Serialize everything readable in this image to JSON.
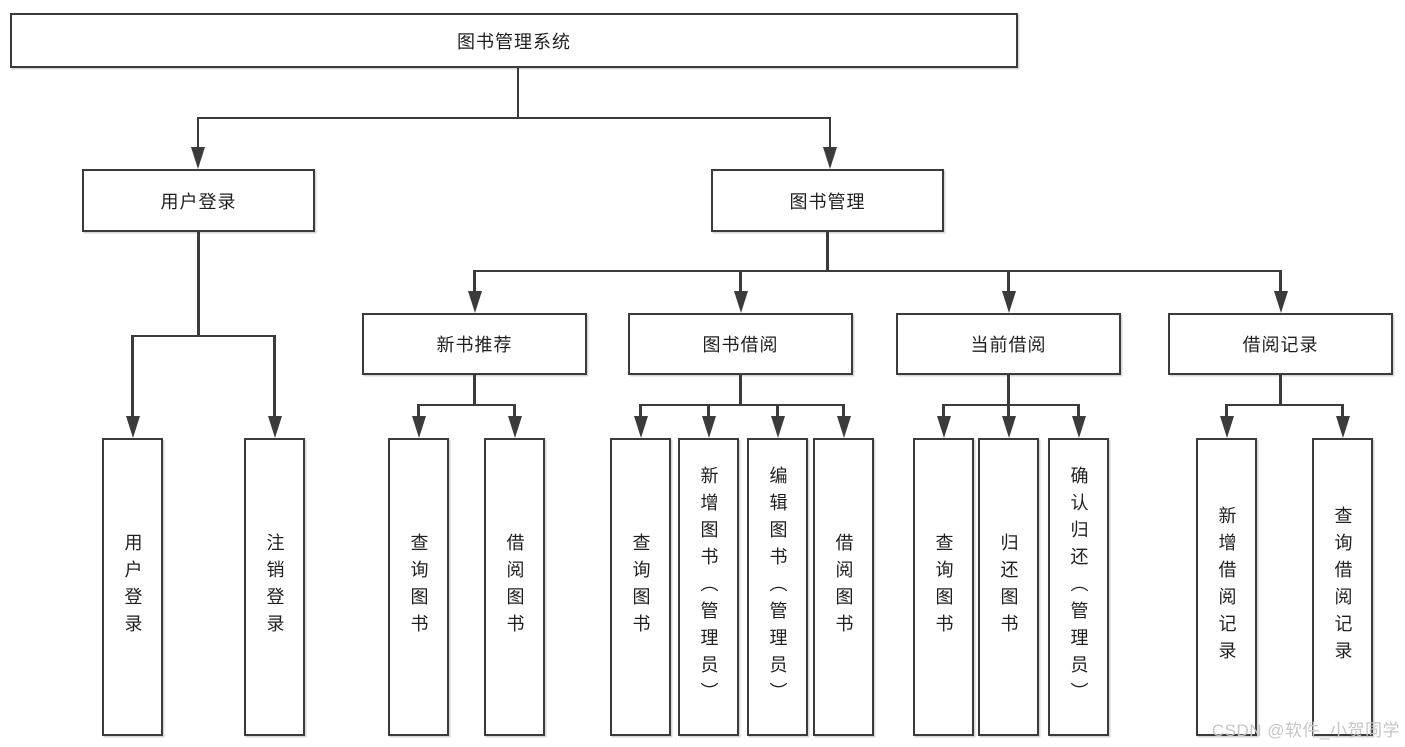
{
  "diagram": {
    "root": {
      "label": "图书管理系统"
    },
    "level2": [
      {
        "label": "用户登录"
      },
      {
        "label": "图书管理"
      }
    ],
    "level3": [
      {
        "label": "新书推荐"
      },
      {
        "label": "图书借阅"
      },
      {
        "label": "当前借阅"
      },
      {
        "label": "借阅记录"
      }
    ],
    "leaves": {
      "user_login": [
        "用户登录",
        "注销登录"
      ],
      "new_book": [
        "查询图书",
        "借阅图书"
      ],
      "book_borrow": [
        "查询图书",
        "新增图书（管理员）",
        "编辑图书（管理员）",
        "借阅图书"
      ],
      "current_borrow": [
        "查询图书",
        "归还图书",
        "确认归还（管理员）"
      ],
      "borrow_records": [
        "新增借阅记录",
        "查询借阅记录"
      ]
    }
  },
  "watermark": {
    "text": "CSDN @软件_小贺同学"
  },
  "colors": {
    "line": "#3b3b3b",
    "text": "#1f1f1f",
    "watermark": "#c6c6c6",
    "bg": "#ffffff"
  }
}
